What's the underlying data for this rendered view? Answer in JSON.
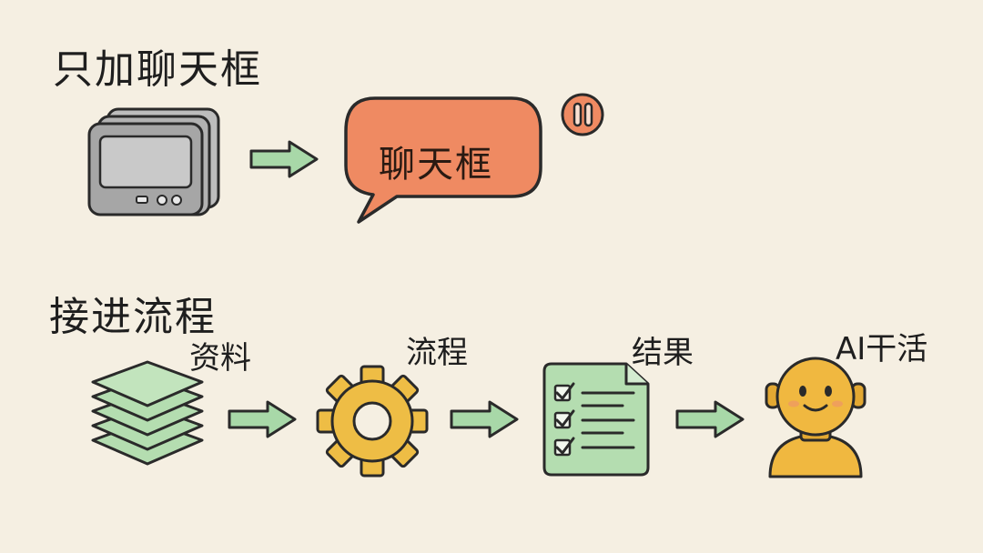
{
  "section1": {
    "title": "只加聊天框",
    "bubble_text": "聊天框"
  },
  "section2": {
    "title": "接进流程",
    "steps": [
      {
        "label": "资料",
        "icon": "document-stack-icon"
      },
      {
        "label": "流程",
        "icon": "gear-icon"
      },
      {
        "label": "结果",
        "icon": "checklist-icon"
      },
      {
        "label": "AI干活",
        "icon": "robot-icon"
      }
    ]
  },
  "colors": {
    "background": "#f5efe2",
    "arrow_green": "#a8d8a8",
    "bubble_orange": "#ef8a62",
    "gear_yellow": "#eebd45",
    "robot_yellow": "#f0b840",
    "layer_green": "#b4ddb0",
    "device_gray": "#a6a6a6",
    "stroke": "#2a2a2a"
  }
}
